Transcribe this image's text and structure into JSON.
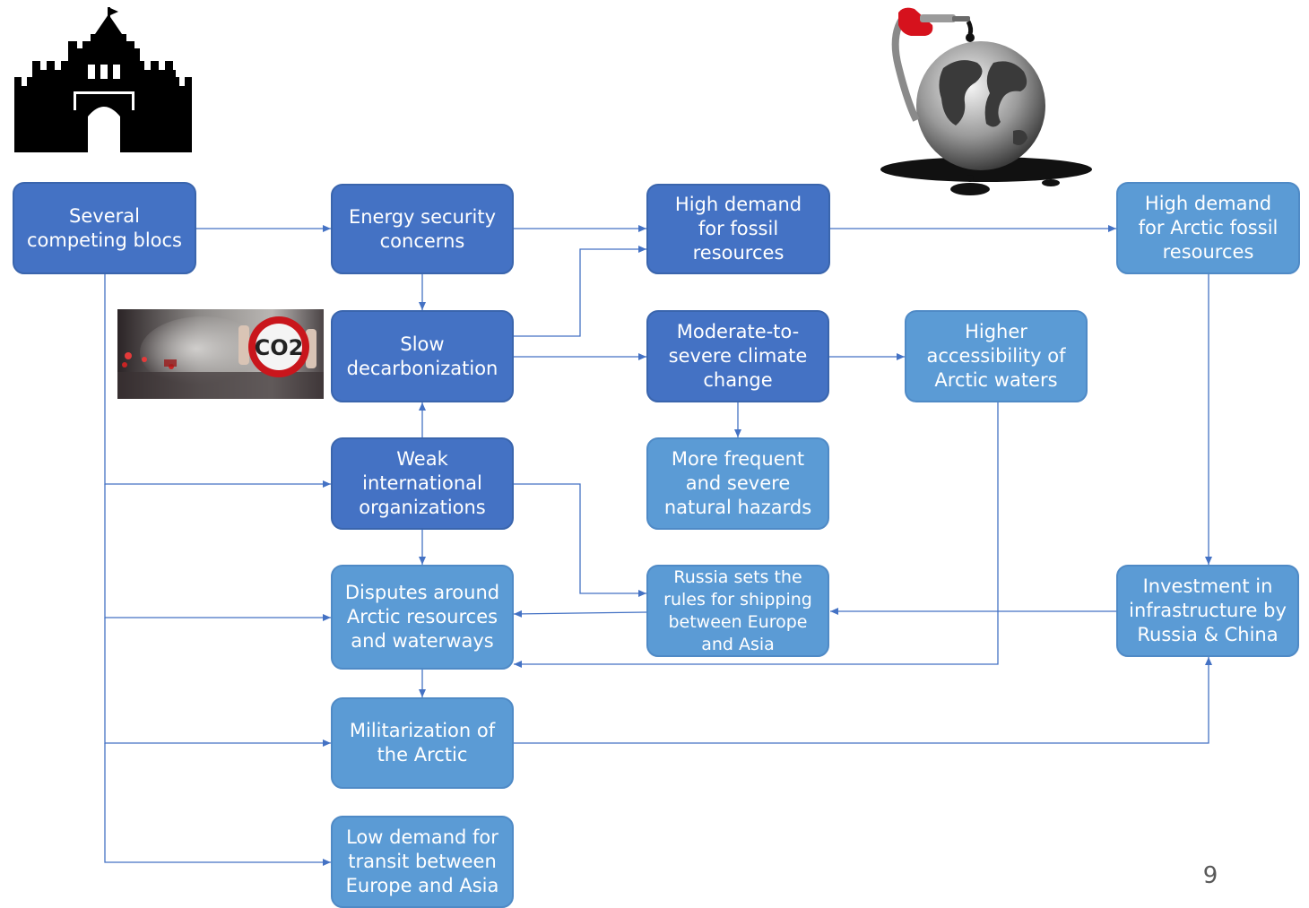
{
  "nodes": {
    "blocs": "Several\ncompeting blocs",
    "energy": "Energy security\nconcerns",
    "high_demand_fossil": "High demand\nfor fossil\nresources",
    "high_demand_arctic": "High demand\nfor Arctic fossil\nresources",
    "slow_decarb": "Slow\ndecarbonization",
    "climate": "Moderate-to-\nsevere climate\nchange",
    "accessibility": "Higher\naccessibility of\nArctic waters",
    "weak_orgs": "Weak\ninternational\norganizations",
    "hazards": "More frequent\nand severe\nnatural hazards",
    "disputes": "Disputes around\nArctic resources\nand waterways",
    "russia_rules": "Russia sets the\nrules for shipping\nbetween Europe\nand Asia",
    "investment": "Investment in\ninfrastructure by\nRussia & China",
    "militarization": "Militarization of\nthe Arctic",
    "low_demand": "Low demand for\ntransit between\nEurope and Asia"
  },
  "co2_label": "CO2",
  "page_number": "9",
  "colors": {
    "dark_box": "#4472c4",
    "light_box": "#5b9bd5",
    "connector": "#4472c4"
  },
  "icons": [
    "castle-icon",
    "oil-pump-globe-icon",
    "co2-sign-photo"
  ]
}
